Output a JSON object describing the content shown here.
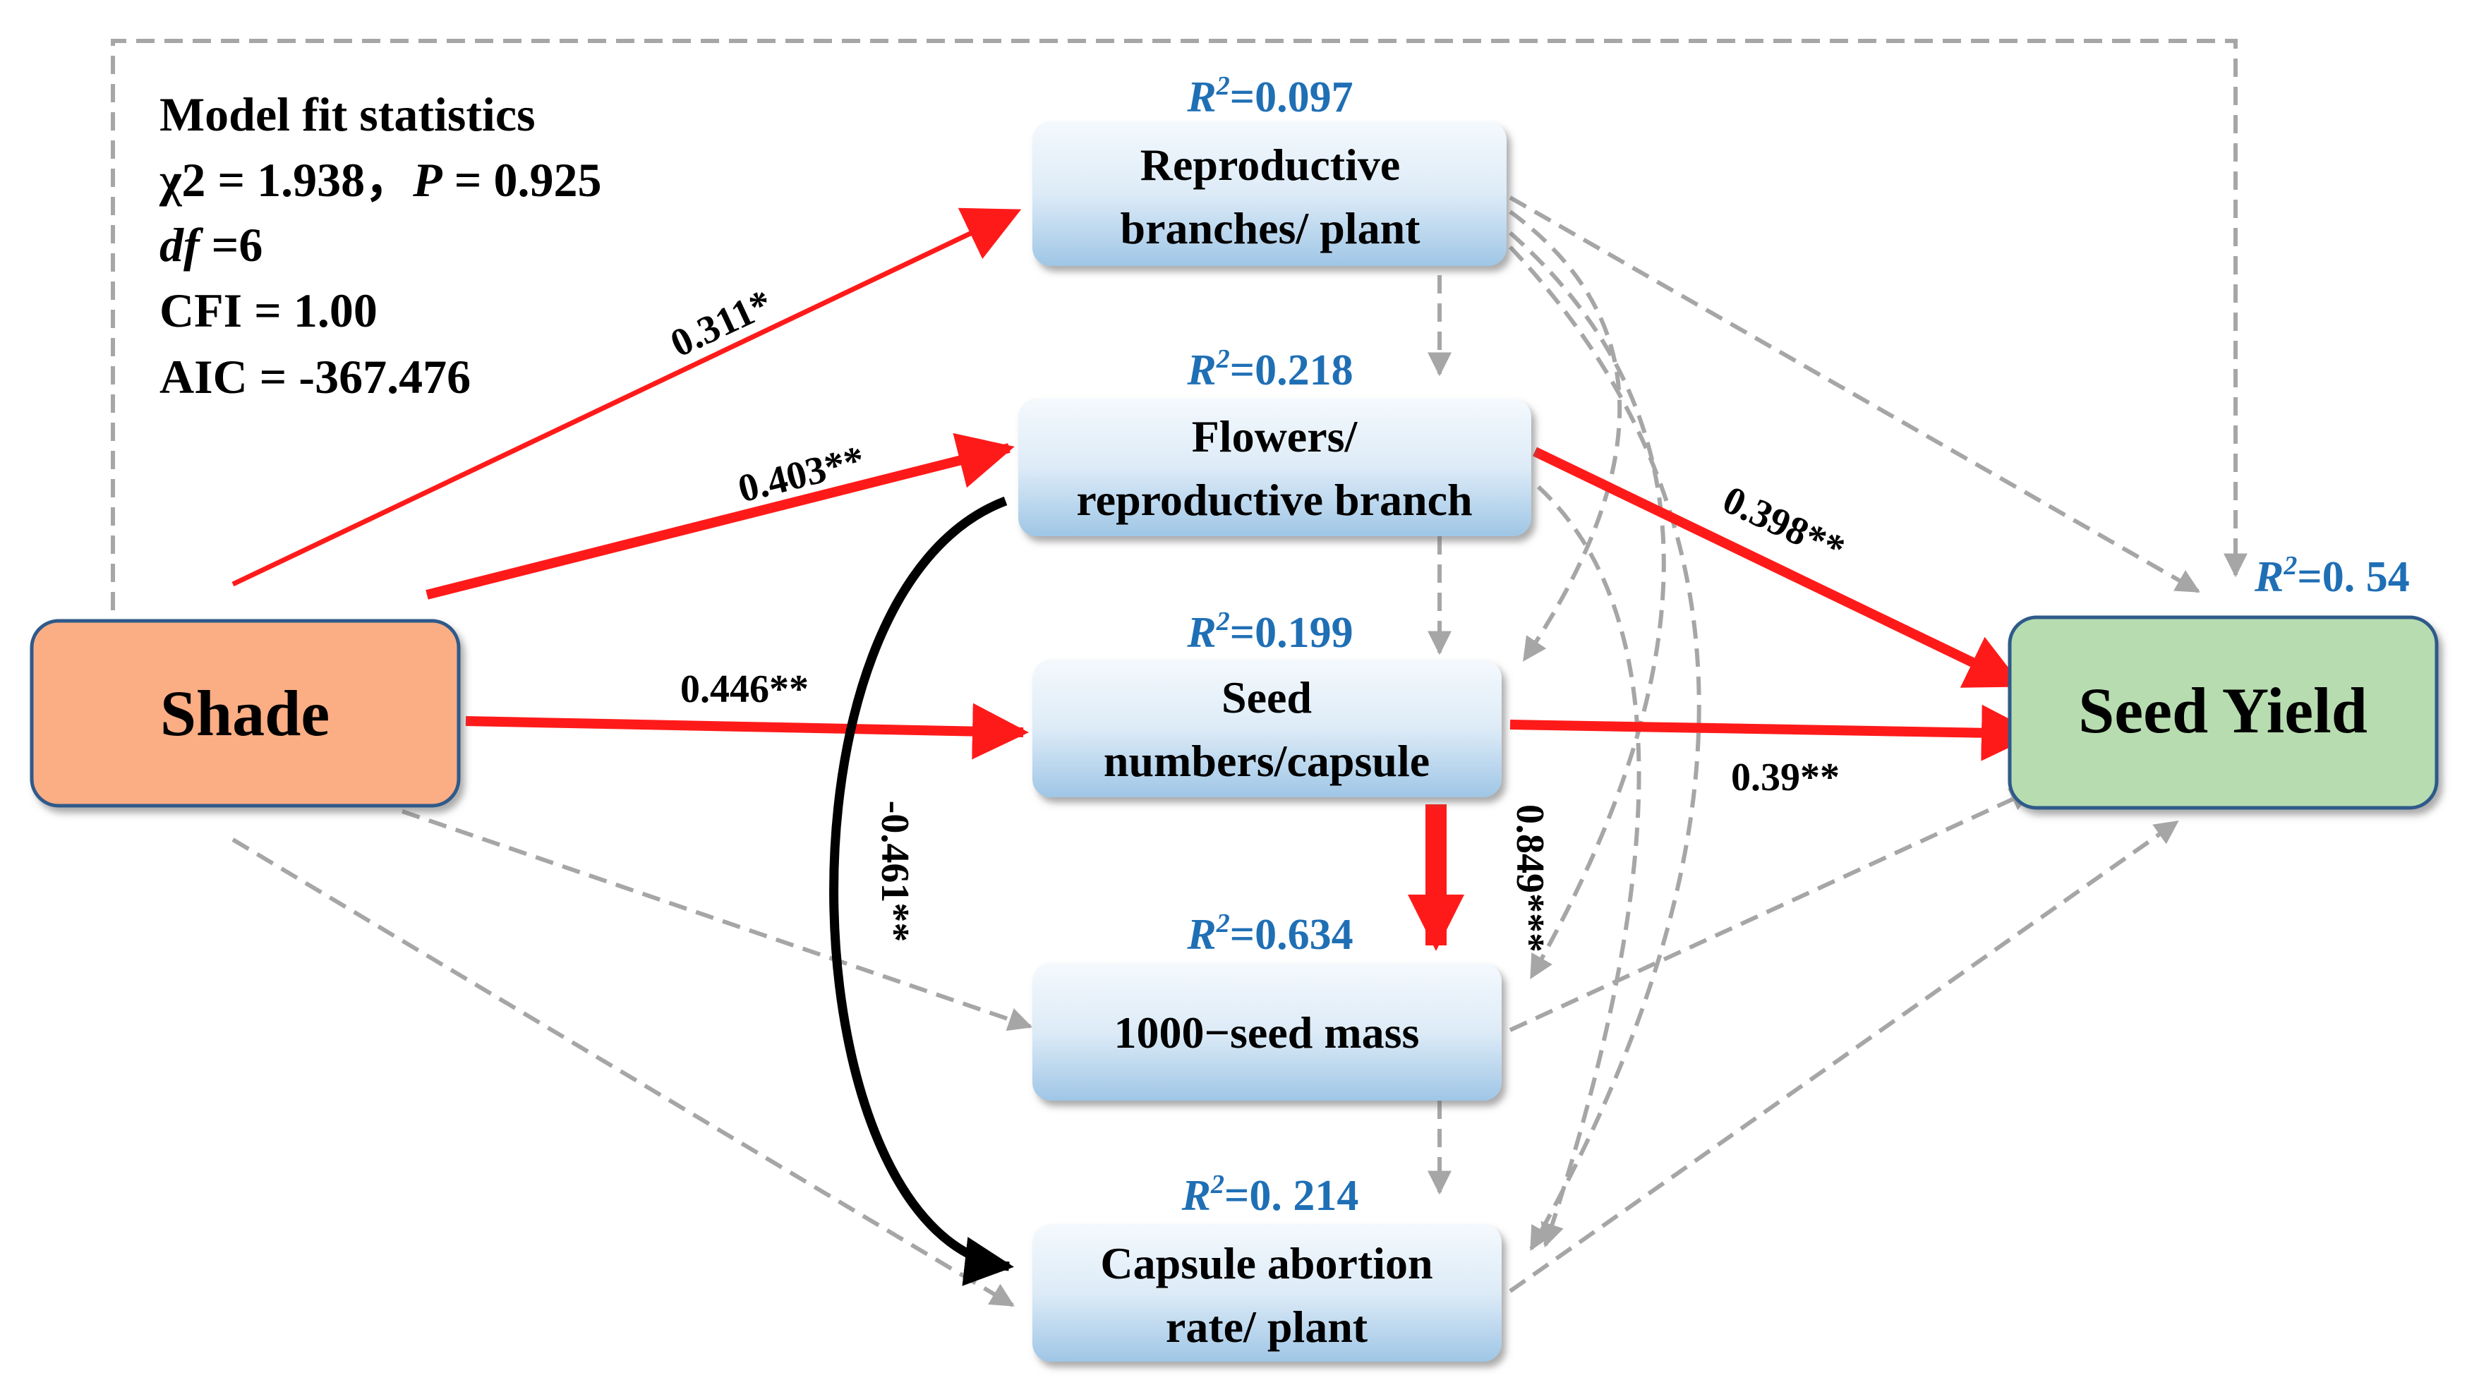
{
  "model_fit": {
    "title": "Model fit statistics",
    "chi_label": "χ2 = 1.938，",
    "p_label": "P",
    "p_value": " = 0.925",
    "df_label": "df",
    "df_value": " =6",
    "cfi": "CFI = 1.00",
    "aic": "AIC = -367.476"
  },
  "nodes": {
    "shade": {
      "label": "Shade",
      "fill": "#fbad84",
      "stroke": "#2e5a8a"
    },
    "seed_yield": {
      "label": "Seed Yield",
      "fill": "#b7dcb0",
      "stroke": "#2e5a8a",
      "r2_prefix": "R",
      "r2_sup": "2",
      "r2_value": "=0. 54"
    },
    "reproductive_branches": {
      "line1": "Reproductive",
      "line2": "branches/ plant",
      "r2_prefix": "R",
      "r2_sup": "2",
      "r2_value": "=0.097"
    },
    "flowers": {
      "line1": "Flowers/",
      "line2": "reproductive branch",
      "r2_prefix": "R",
      "r2_sup": "2",
      "r2_value": "=0.218"
    },
    "seed_numbers": {
      "line1": "Seed",
      "line2": "numbers/capsule",
      "r2_prefix": "R",
      "r2_sup": "2",
      "r2_value": "=0.199"
    },
    "seed_mass": {
      "line1": "1000−seed mass",
      "r2_prefix": "R",
      "r2_sup": "2",
      "r2_value": "=0.634"
    },
    "capsule_abortion": {
      "line1": "Capsule abortion",
      "line2": "rate/ plant",
      "r2_prefix": "R",
      "r2_sup": "2",
      "r2_value": "=0. 214"
    }
  },
  "paths": {
    "shade_to_branches": "0.311*",
    "shade_to_flowers": "0.403**",
    "shade_to_seed_numbers": "0.446**",
    "flowers_to_yield": "0.398**",
    "seed_numbers_to_yield": "0.39**",
    "seed_numbers_to_mass": "0.849***",
    "flowers_to_abortion": "-0.461**"
  },
  "colors": {
    "positive_path": "#ff1a1a",
    "negative_path": "#000000",
    "nonsignificant_path": "#a6a6a6",
    "r2_text": "#1f6fb5",
    "box_gradient_top": "#ffffff",
    "box_gradient_bottom": "#a6cbe8"
  }
}
